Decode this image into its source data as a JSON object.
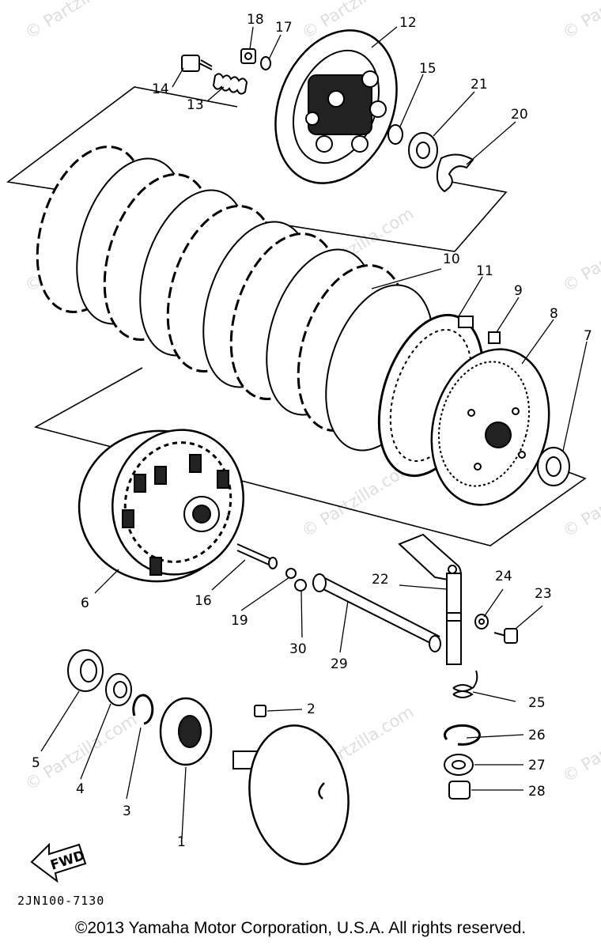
{
  "watermark": "© Partzilla.com",
  "part_numbers": {
    "p1": "1",
    "p2": "2",
    "p3": "3",
    "p4": "4",
    "p5": "5",
    "p6": "6",
    "p7": "7",
    "p8": "8",
    "p9": "9",
    "p10": "10",
    "p11": "11",
    "p12": "12",
    "p13": "13",
    "p14": "14",
    "p15": "15",
    "p16": "16",
    "p17": "17",
    "p18": "18",
    "p19": "19",
    "p20": "20",
    "p21": "21",
    "p22": "22",
    "p23": "23",
    "p24": "24",
    "p25": "25",
    "p26": "26",
    "p27": "27",
    "p28": "28",
    "p29": "29",
    "p30": "30"
  },
  "fwd_label": "FWD",
  "diagram_code": "2JN100-7130",
  "copyright": "©2013 Yamaha Motor Corporation, U.S.A. All rights reserved."
}
